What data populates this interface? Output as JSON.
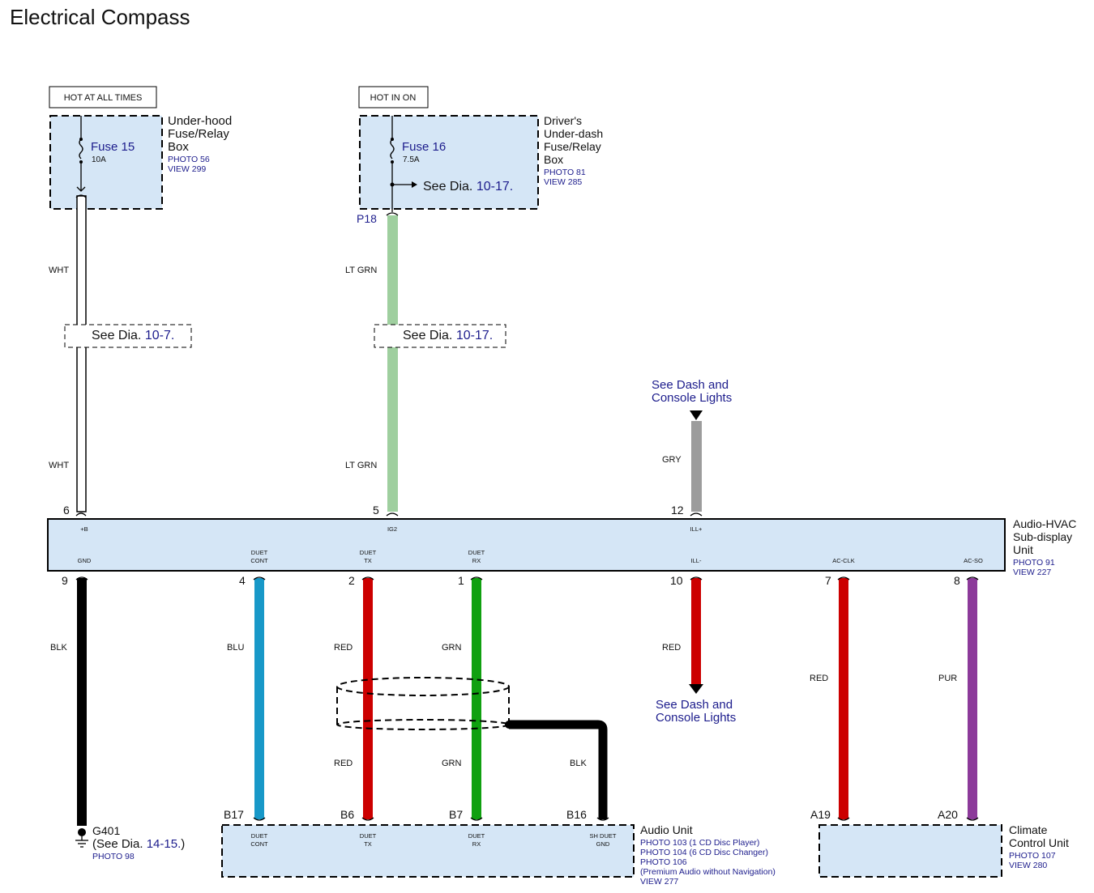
{
  "title": "Electrical Compass",
  "power": {
    "hot_always": "HOT AT ALL TIMES",
    "hot_in_on": "HOT IN ON"
  },
  "fuse15": {
    "name": "Fuse 15",
    "rating": "10A"
  },
  "fuse16": {
    "name": "Fuse 16",
    "rating": "7.5A",
    "see_prefix": "See Dia. ",
    "see_ref": "10-17."
  },
  "underhood_box": {
    "line1": "Under-hood",
    "line2": "Fuse/Relay",
    "line3": "Box",
    "photo": "PHOTO 56",
    "view": "VIEW 299"
  },
  "dash_box": {
    "line1": "Driver's",
    "line2": "Under-dash",
    "line3": "Fuse/Relay",
    "line4": "Box",
    "photo": "PHOTO 81",
    "view": "VIEW 285"
  },
  "connector_p18": "P18",
  "wire_wht": "WHT",
  "wire_ltgrn": "LT GRN",
  "see_dia_wht": {
    "prefix": "See Dia. ",
    "ref": "10-7."
  },
  "see_dia_grn": {
    "prefix": "See Dia. ",
    "ref": "10-17."
  },
  "dash_lights_top": {
    "line1": "See Dash and",
    "line2": "Console Lights"
  },
  "dash_lights_bottom": {
    "line1": "See Dash and",
    "line2": "Console Lights"
  },
  "wire_gry": "GRY",
  "hvac_unit": {
    "line1": "Audio-HVAC",
    "line2": "Sub-display",
    "line3": "Unit",
    "photo": "PHOTO 91",
    "view": "VIEW 227",
    "top_pins": [
      {
        "num": "6",
        "name": "+B"
      },
      {
        "num": "5",
        "name": "IG2"
      },
      {
        "num": "12",
        "name": "ILL+"
      }
    ],
    "bottom_pins": [
      {
        "num": "9",
        "name": "GND",
        "wire": "BLK"
      },
      {
        "num": "4",
        "name1": "DUET",
        "name2": "CONT",
        "wire": "BLU"
      },
      {
        "num": "2",
        "name1": "DUET",
        "name2": "TX",
        "wire": "RED"
      },
      {
        "num": "1",
        "name1": "DUET",
        "name2": "RX",
        "wire": "GRN"
      },
      {
        "num": "10",
        "name": "ILL-",
        "wire": "RED"
      },
      {
        "num": "7",
        "name": "AC-CLK",
        "wire": "RED"
      },
      {
        "num": "8",
        "name": "AC-SO",
        "wire": "PUR"
      }
    ]
  },
  "shield_wire": "BLK",
  "wire_red_lower": "RED",
  "wire_grn_lower": "GRN",
  "ground": {
    "name": "G401",
    "see_prefix": "(See  Dia. ",
    "see_ref": "14-15.",
    "see_suffix": ")",
    "photo": "PHOTO 98"
  },
  "audio_unit": {
    "name": "Audio Unit",
    "photos": [
      "PHOTO 103 (1 CD Disc Player)",
      "PHOTO 104 (6 CD Disc Changer)",
      "PHOTO 106",
      "(Premium Audio without Navigation)"
    ],
    "view": "VIEW 277",
    "pins": [
      {
        "num": "B17",
        "name1": "DUET",
        "name2": "CONT"
      },
      {
        "num": "B6",
        "name1": "DUET",
        "name2": "TX"
      },
      {
        "num": "B7",
        "name1": "DUET",
        "name2": "RX"
      },
      {
        "num": "B16",
        "name1": "SH DUET",
        "name2": "GND"
      }
    ]
  },
  "climate_unit": {
    "line1": "Climate",
    "line2": "Control Unit",
    "photo": "PHOTO 107",
    "view": "VIEW 280",
    "pins": [
      {
        "num": "A19"
      },
      {
        "num": "A20"
      }
    ]
  },
  "colors": {
    "box_fill": "#d5e6f6",
    "label_blue": "#1c1c8c",
    "wire_ltgrn": "#9fcf9f",
    "wire_gry": "#9c9c9c",
    "wire_red": "#cc0000",
    "wire_blu": "#1898c8",
    "wire_grn": "#10a010",
    "wire_pur": "#8c3a9a",
    "wire_blk": "#000000"
  }
}
